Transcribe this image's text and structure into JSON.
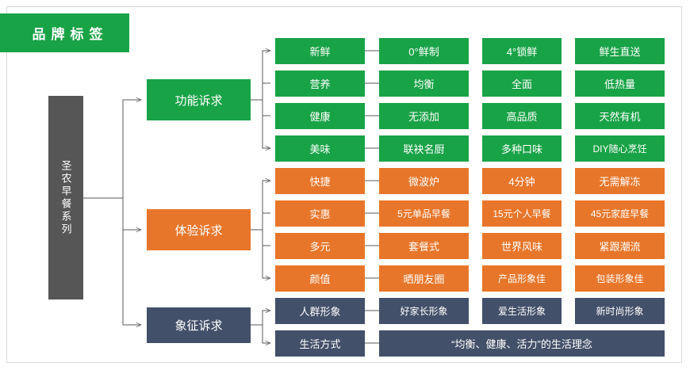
{
  "header": {
    "badge_label": "品牌标签"
  },
  "root": {
    "label": "圣农早餐系列"
  },
  "columns": {
    "count": 4,
    "x": [
      347,
      478,
      608,
      725
    ],
    "width": [
      113,
      113,
      100,
      113
    ]
  },
  "branches": [
    {
      "id": "functional",
      "parent_label": "功能诉求",
      "color": "#19a347",
      "rows": [
        {
          "label": "新鲜",
          "values": [
            "0°鲜制",
            "4°锁鲜",
            "鲜生直送"
          ]
        },
        {
          "label": "营养",
          "values": [
            "均衡",
            "全面",
            "低热量"
          ]
        },
        {
          "label": "健康",
          "values": [
            "无添加",
            "高品质",
            "天然有机"
          ]
        },
        {
          "label": "美味",
          "values": [
            "联袂名厨",
            "多种口味",
            "DIY随心烹饪"
          ]
        }
      ]
    },
    {
      "id": "experience",
      "parent_label": "体验诉求",
      "color": "#e8762a",
      "rows": [
        {
          "label": "快捷",
          "values": [
            "微波炉",
            "4分钟",
            "无需解冻"
          ]
        },
        {
          "label": "实惠",
          "values": [
            "5元单品早餐",
            "15元个人早餐",
            "45元家庭早餐"
          ]
        },
        {
          "label": "多元",
          "values": [
            "套餐式",
            "世界风味",
            "紧跟潮流"
          ]
        },
        {
          "label": "颜值",
          "values": [
            "晒朋友圈",
            "产品形象佳",
            "包装形象佳"
          ]
        }
      ]
    },
    {
      "id": "symbolic",
      "parent_label": "象征诉求",
      "color": "#435069",
      "rows": [
        {
          "label": "人群形象",
          "values": [
            "好家长形象",
            "爱生活形象",
            "新时尚形象"
          ]
        },
        {
          "label": "生活方式",
          "values": [
            "“均衡、健康、活力”的生活理念"
          ],
          "merged": true
        }
      ]
    }
  ],
  "colors": {
    "green": "#19a347",
    "orange": "#e8762a",
    "blue": "#435069",
    "root_gray": "#565656",
    "connector": "#595959",
    "border": "#d9d9d9"
  }
}
